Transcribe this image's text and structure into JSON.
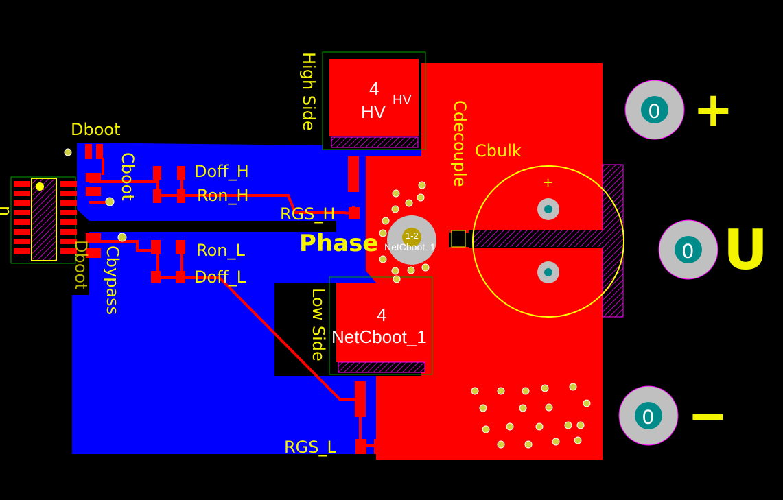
{
  "colors": {
    "background": "#000000",
    "bottom_copper": "#0000ff",
    "top_copper": "#ff0000",
    "silkscreen": "#ffff00",
    "pad_ring": "#c0c0c0",
    "pad_hole": "#008b8b",
    "component_body": "#ff00ff"
  },
  "labels": {
    "dboot": "Dboot",
    "cboot": "Cboot",
    "doff_h": "Doff_H",
    "ron_h": "Ron_H",
    "rgs_h": "RGS_H",
    "ron_l": "Ron_L",
    "doff_l": "Doff_L",
    "rgs_l": "RGS_L",
    "cbypass": "Cbypass",
    "dboot_b": "Dboot",
    "high_side": "High Side",
    "low_side": "Low Side",
    "cdecouple": "Cdecouple",
    "cbulk": "Cbulk",
    "cbulk_plus": "+",
    "phase": "Phase",
    "edge_label": "n",
    "terminal_plus": "+",
    "terminal_u": "U",
    "terminal_minus": "−"
  },
  "pads": {
    "hs_pin": "4",
    "hs_net": "HV",
    "hs_net_small": "HV",
    "ls_pin": "4",
    "ls_net": "NetCboot_1",
    "phase_pin": "1-2",
    "phase_net": "NetCboot_1",
    "terminal_plus_num": "0",
    "terminal_u_num": "0",
    "terminal_minus_num": "0"
  }
}
